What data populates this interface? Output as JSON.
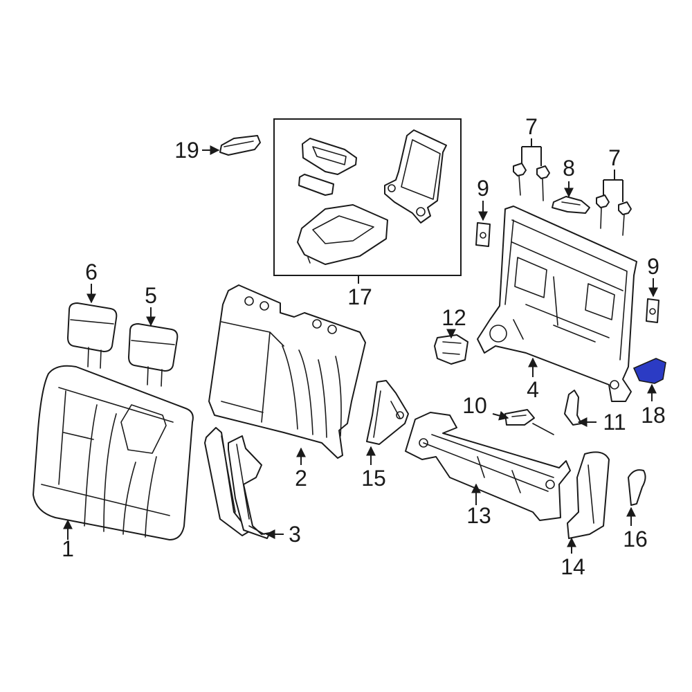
{
  "callouts": {
    "c1": "1",
    "c2": "2",
    "c3": "3",
    "c4": "4",
    "c5": "5",
    "c6": "6",
    "c7a": "7",
    "c7b": "7",
    "c8": "8",
    "c9a": "9",
    "c9b": "9",
    "c10": "10",
    "c11": "11",
    "c12": "12",
    "c13": "13",
    "c14": "14",
    "c15": "15",
    "c16": "16",
    "c17": "17",
    "c18": "18",
    "c19": "19"
  },
  "highlight_color": "#2b3bc4",
  "highlighted_part": "18"
}
